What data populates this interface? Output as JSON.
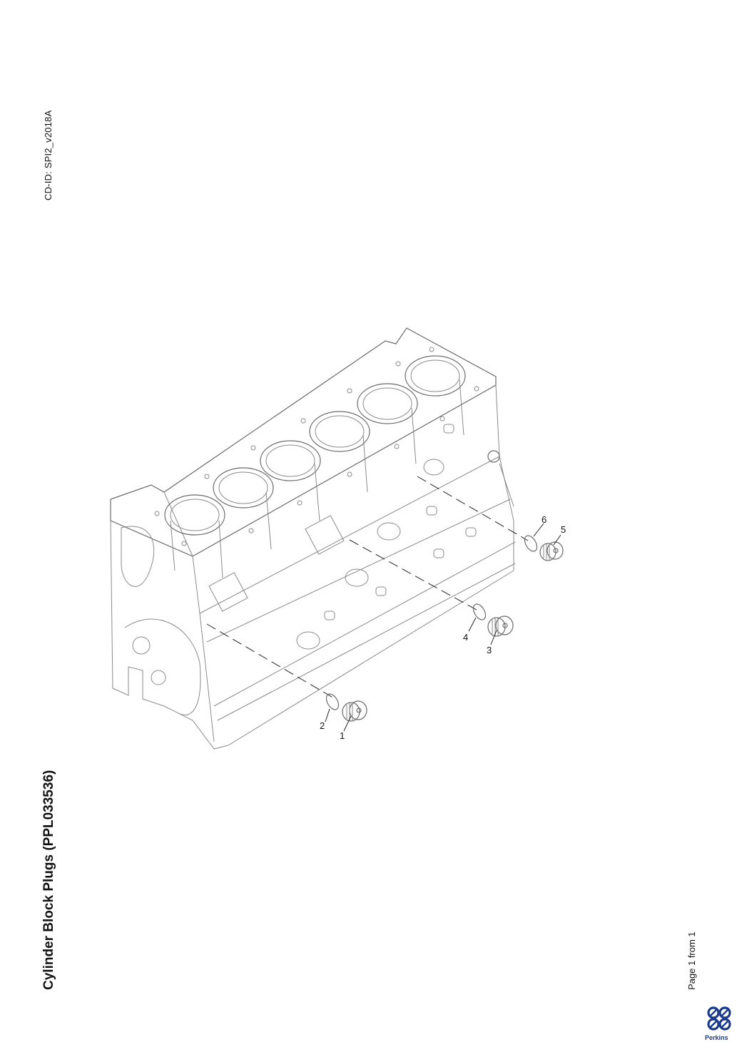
{
  "document": {
    "cd_id": "CD-ID: SPI2_v2018A",
    "title": "Cylinder Block Plugs (PPL033536)",
    "page_info": "Page 1 from 1",
    "logo_text": "Perkins"
  },
  "drawing": {
    "callouts": [
      "1",
      "2",
      "3",
      "4",
      "5",
      "6"
    ]
  }
}
